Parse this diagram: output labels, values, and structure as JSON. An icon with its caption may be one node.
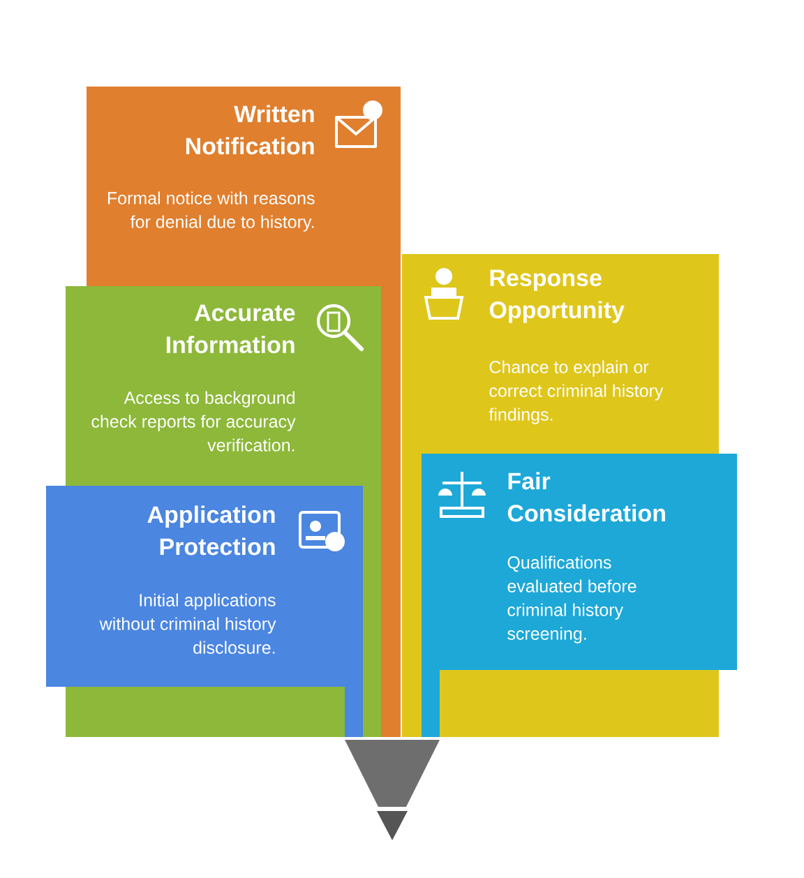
{
  "diagram": {
    "nodes": [
      {
        "text": [
          "Written Notification",
          "Formal notice with reasons for denial due to history."
        ]
      },
      {
        "text": [
          "Accurate Information",
          "Access to background check reports for accuracy verification."
        ]
      },
      {
        "text": [
          "Response Opportunity",
          "Chance to explain or correct criminal history findings."
        ]
      },
      {
        "text": [
          "Application Protection",
          "Initial applications without criminal history disclosure."
        ]
      },
      {
        "text": [
          "Fair Consideration",
          "Qualifications evaluated before criminal history screening."
        ]
      }
    ]
  }
}
